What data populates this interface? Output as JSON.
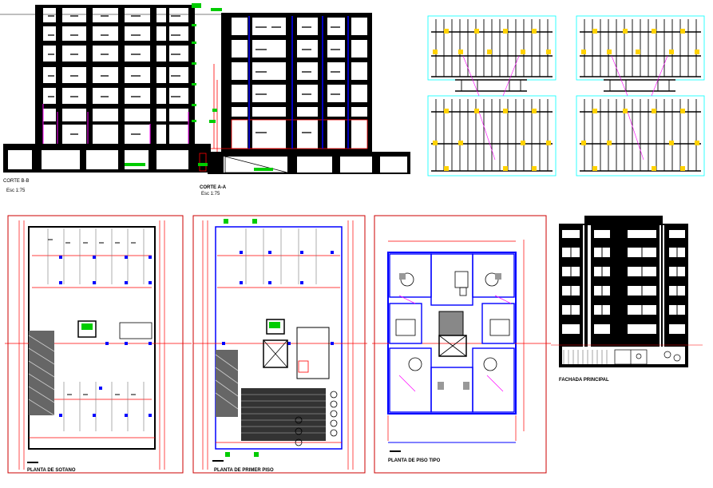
{
  "colors": {
    "wall": "#000000",
    "grid_red": "#ff0000",
    "column_blue": "#0000ff",
    "accent_green": "#00cc00",
    "accent_magenta": "#ff00ff",
    "accent_cyan": "#00ffff",
    "accent_yellow": "#ffd200",
    "frame_red": "#cc0000"
  },
  "labels": {
    "section_bb_title": "CORTE B-B",
    "section_bb_scale": "Esc 1:75",
    "section_aa_title": "CORTE A-A",
    "section_aa_scale": "Esc 1:75",
    "plan_basement": "PLANTA DE SOTANO",
    "plan_first_floor": "PLANTA DE PRIMER PISO",
    "plan_typical": "PLANTA DE PISO TIPO",
    "facade": "FACHADA PRINCIPAL"
  }
}
